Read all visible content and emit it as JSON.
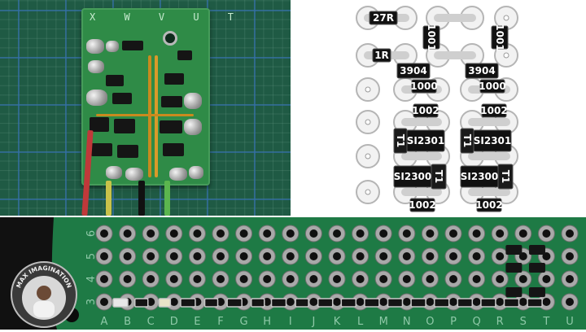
{
  "image": {
    "description_free": true
  },
  "photo": {
    "board_letters": "X W V U T"
  },
  "diagram": {
    "components": [
      {
        "label": "27R",
        "kind": "resistor"
      },
      {
        "label": "1001",
        "kind": "resistor"
      },
      {
        "label": "1001",
        "kind": "resistor"
      },
      {
        "label": "1R",
        "kind": "resistor"
      },
      {
        "label": "3904",
        "kind": "transistor"
      },
      {
        "label": "3904",
        "kind": "transistor"
      },
      {
        "label": "1000",
        "kind": "resistor"
      },
      {
        "label": "1000",
        "kind": "resistor"
      },
      {
        "label": "1002",
        "kind": "resistor"
      },
      {
        "label": "1002",
        "kind": "resistor"
      },
      {
        "label": "SI2301",
        "kind": "transistor"
      },
      {
        "label": "SI2301",
        "kind": "transistor"
      },
      {
        "label": "T1",
        "kind": "marking"
      },
      {
        "label": "T1",
        "kind": "marking"
      },
      {
        "label": "SI2300",
        "kind": "transistor"
      },
      {
        "label": "SI2300",
        "kind": "transistor"
      },
      {
        "label": "T1",
        "kind": "marking"
      },
      {
        "label": "T1",
        "kind": "marking"
      },
      {
        "label": "1002",
        "kind": "resistor"
      },
      {
        "label": "1002",
        "kind": "resistor"
      }
    ]
  },
  "strip": {
    "row_numbers": [
      "6",
      "5",
      "4",
      "3"
    ],
    "column_letters": [
      "A",
      "B",
      "C",
      "D",
      "E",
      "F",
      "G",
      "H",
      "I",
      "J",
      "K",
      "L",
      "M",
      "N",
      "O",
      "P",
      "Q",
      "R",
      "S",
      "T",
      "U"
    ]
  },
  "logo": {
    "text": "MAX IMAGINATION"
  },
  "colors": {
    "board_green": "#2f8b47",
    "mat_green": "#1f5a44",
    "mat_grid_blue": "#326eaa",
    "strip_green": "#1e7a45",
    "chip_black": "#151515",
    "solder": "#b9b9b9"
  }
}
